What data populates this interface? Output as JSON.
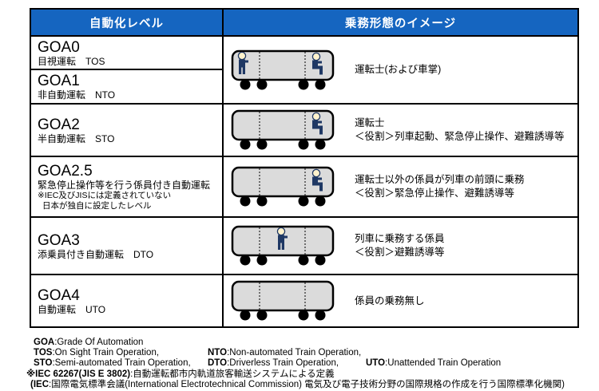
{
  "colors": {
    "header_bg": "#1565C0",
    "header_text": "#FFFFFF",
    "train_body_fill": "#DBDBDB",
    "person_body": "#1F3864",
    "person_head": "#FFF2CC",
    "grid_border": "#000000"
  },
  "icons": {
    "train": "train-icon",
    "seated_crew": "seated-crew-icon",
    "standing_crew": "standing-crew-icon",
    "wheel": "wheel-icon",
    "cab_divider": "cab-divider-dashed-line"
  },
  "header": {
    "automation_level": "自動化レベル",
    "crew_image": "乗務形態のイメージ"
  },
  "rows": {
    "goa0": {
      "level": "GOA0",
      "mode": "目視運転　TOS"
    },
    "goa1": {
      "level": "GOA1",
      "mode": "非自動運転　NTO"
    },
    "goa01": {
      "desc1": "運転士(および車掌)"
    },
    "goa2": {
      "level": "GOA2",
      "mode": "半自動運転　STO",
      "desc1": "運転士",
      "desc2": "＜役割＞列車起動、緊急停止操作、避難誘導等"
    },
    "goa2_5": {
      "level": "GOA2.5",
      "mode": "緊急停止操作等を行う係員付き自動運転",
      "note1": "※IEC及びJISには定義されていない",
      "note2": "日本が独自に設定したレベル",
      "desc1": "運転士以外の係員が列車の前頭に乗務",
      "desc2": "＜役割＞緊急停止操作、避難誘導等"
    },
    "goa3": {
      "level": "GOA3",
      "mode": "添乗員付き自動運転　DTO",
      "desc1": "列車に乗務する係員",
      "desc2": "＜役割＞避難誘導等"
    },
    "goa4": {
      "level": "GOA4",
      "mode": "自動運転　UTO",
      "desc1": "係員の乗務無し"
    }
  },
  "legend": {
    "goa": {
      "term": "GOA",
      "def": ":Grade Of Automation"
    },
    "tos": {
      "term": "TOS",
      "def": ":On Sight Train Operation,"
    },
    "nto": {
      "term": "NTO",
      "def": ":Non-automated Train Operation,"
    },
    "sto": {
      "term": "STO",
      "def": ":Semi-automated Train Operation,"
    },
    "dto": {
      "term": "DTO",
      "def": ":Driverless Train Operation,"
    },
    "uto": {
      "term": "UTO",
      "def": ":Unattended Train Operation"
    },
    "iec_note": {
      "term": "※IEC 62267(JIS E 3802)",
      "def": ":自動運転都市内軌道旅客輸送システムによる定義"
    },
    "iec_org": {
      "term": "(IEC",
      "def": ":国際電気標準会議(International Electrotechnical Commission) 電気及び電子技術分野の国際規格の作成を行う国際標準化機関)"
    }
  }
}
